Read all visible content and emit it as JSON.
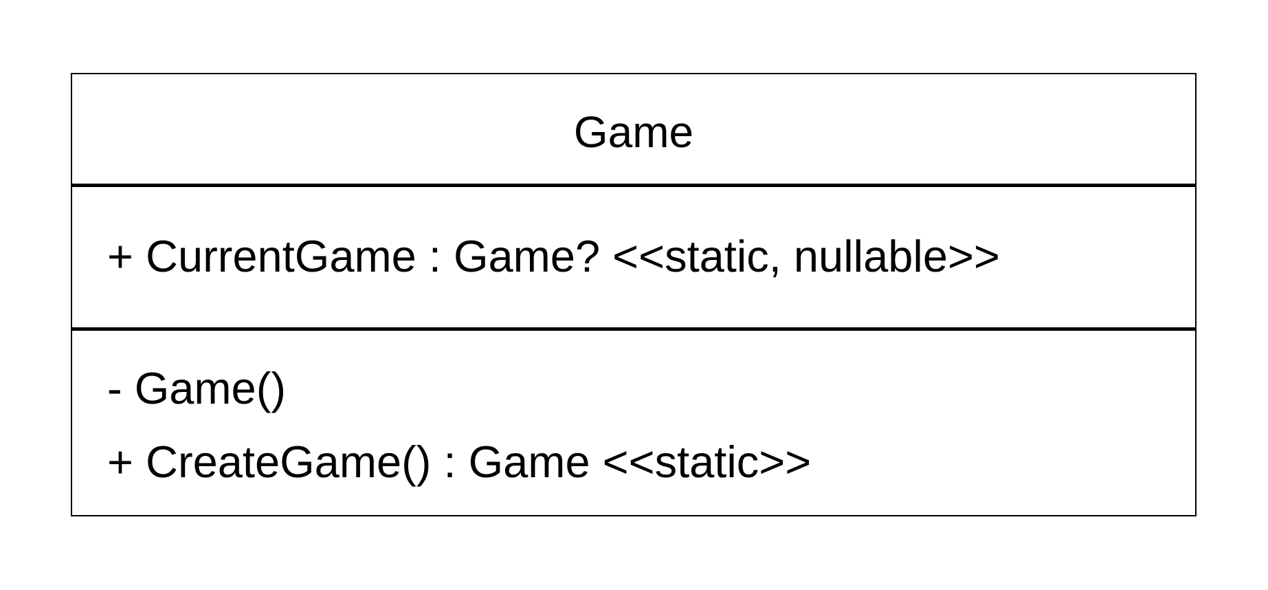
{
  "diagram": {
    "class": {
      "name": "Game",
      "attributes": [
        "+ CurrentGame : Game? <<static, nullable>>"
      ],
      "operations": [
        "- Game()",
        "+ CreateGame() : Game <<static>>"
      ]
    },
    "colors": {
      "stroke": "#000000",
      "fill": "#ffffff",
      "text": "#000000"
    }
  }
}
